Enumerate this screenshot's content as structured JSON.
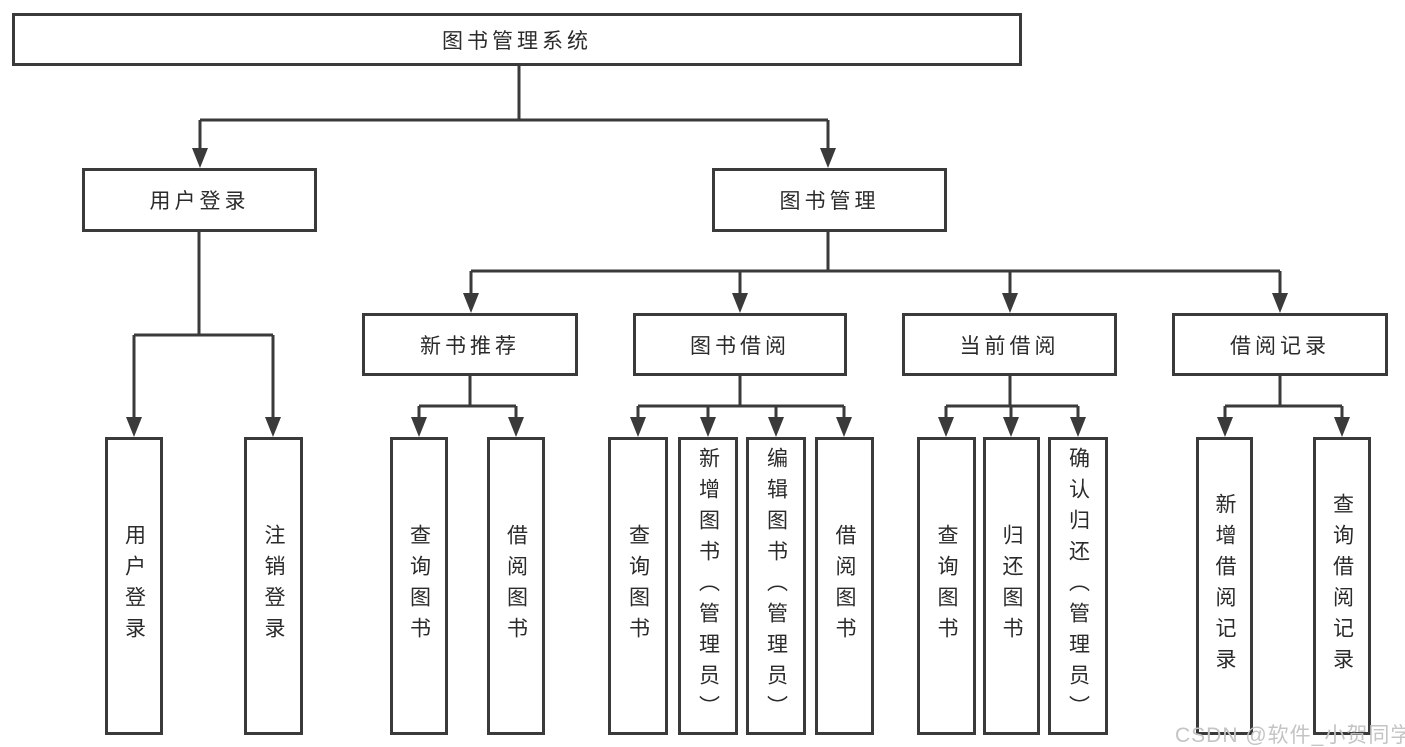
{
  "diagram_title": "图书管理系统",
  "tree": {
    "root": {
      "label": "图书管理系统"
    },
    "branches": [
      {
        "label": "用户登录",
        "children": [
          {
            "label": "用户登录"
          },
          {
            "label": "注销登录"
          }
        ]
      },
      {
        "label": "图书管理",
        "children": [
          {
            "label": "新书推荐",
            "children": [
              {
                "label": "查询图书"
              },
              {
                "label": "借阅图书"
              }
            ]
          },
          {
            "label": "图书借阅",
            "children": [
              {
                "label": "查询图书"
              },
              {
                "label": "新增图书（管理员）"
              },
              {
                "label": "编辑图书（管理员）"
              },
              {
                "label": "借阅图书"
              }
            ]
          },
          {
            "label": "当前借阅",
            "children": [
              {
                "label": "查询图书"
              },
              {
                "label": "归还图书"
              },
              {
                "label": "确认归还（管理员）"
              }
            ]
          },
          {
            "label": "借阅记录",
            "children": [
              {
                "label": "新增借阅记录"
              },
              {
                "label": "查询借阅记录"
              }
            ]
          }
        ]
      }
    ]
  },
  "watermark": "CSDN @软件_小贺同学",
  "colors": {
    "line": "#3a3a3a",
    "text": "#2b2b2b",
    "watermark": "#c4c4c4",
    "background": "#ffffff"
  }
}
